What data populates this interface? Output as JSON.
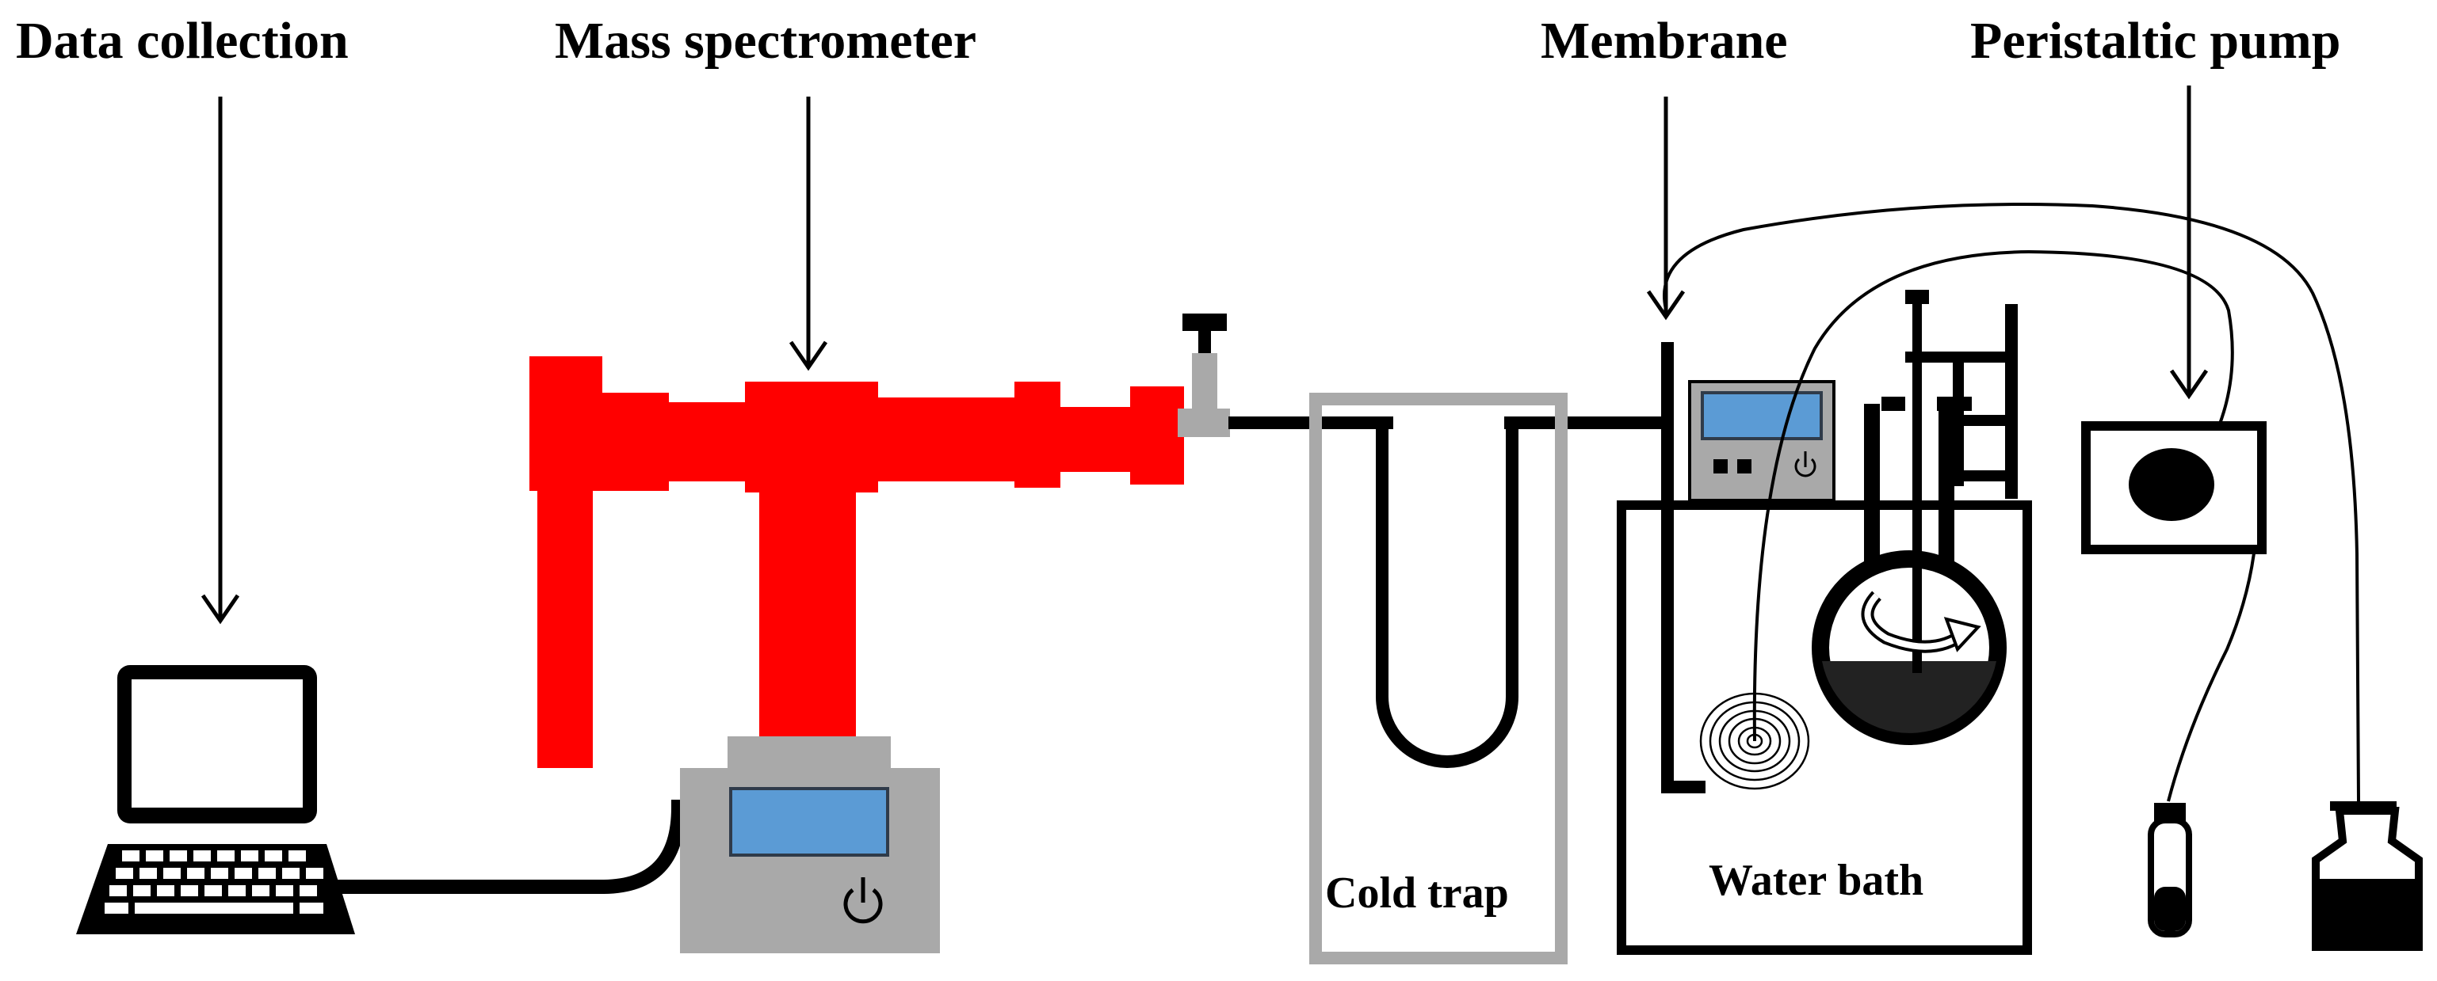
{
  "labels": {
    "data_collection": "Data collection",
    "mass_spectrometer": "Mass spectrometer",
    "membrane": "Membrane",
    "peristaltic_pump": "Peristaltic pump",
    "cold_trap": "Cold trap",
    "water_bath": "Water bath"
  },
  "colors": {
    "spectrometer": "#ff0000",
    "device_gray": "#a9a9a9",
    "screen_blue": "#5b9bd5",
    "line": "#000000"
  },
  "icons": [
    "laptop-icon",
    "power-icon",
    "stirrer-arrow-icon",
    "heating-coil-icon",
    "sample-vial-icon",
    "reservoir-bottle-icon"
  ]
}
